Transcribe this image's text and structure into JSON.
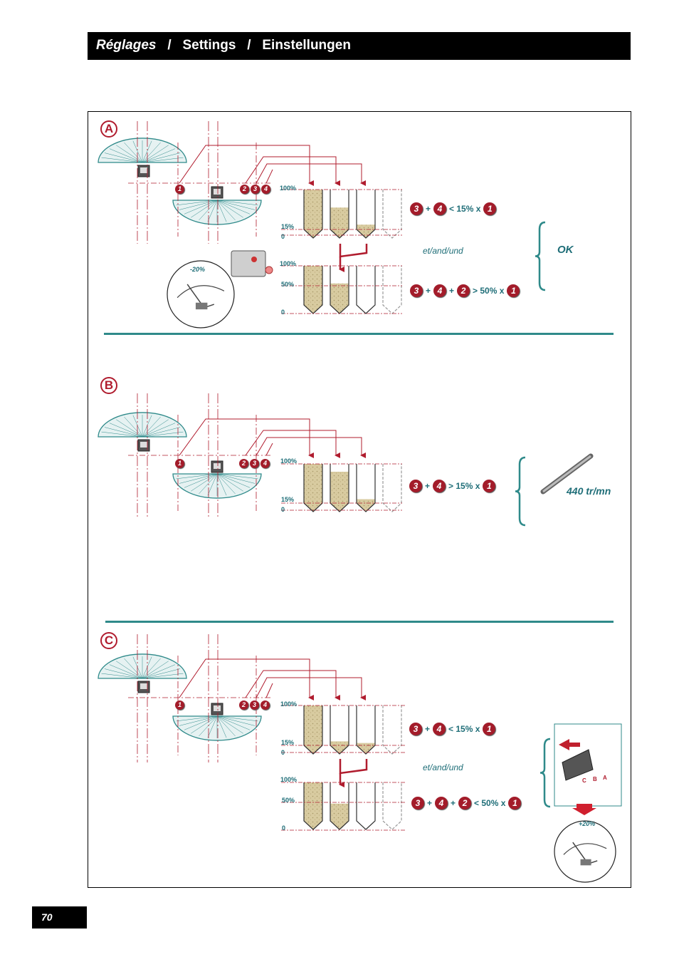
{
  "header": {
    "title_fr": "Réglages",
    "sep1": "/",
    "title_en": "Settings",
    "sep2": "/",
    "title_de": "Einstellungen"
  },
  "sections": {
    "a": {
      "letter": "A",
      "top_labels": [
        "100%",
        "15%",
        "0"
      ],
      "bottom_labels": [
        "100%",
        "50%",
        "0"
      ],
      "f1": {
        "b1": "3",
        "plus1": "+",
        "b2": "4",
        "cmp": "< 15% x",
        "b3": "1"
      },
      "conj": "et/and/und",
      "f2": {
        "b1": "3",
        "plus1": "+",
        "b2": "4",
        "plus2": "+",
        "b3": "2",
        "cmp": "> 50% x",
        "b4": "1"
      },
      "result": "OK",
      "inset_pct": "-20%"
    },
    "b": {
      "letter": "B",
      "top_labels": [
        "100%",
        "15%",
        "0"
      ],
      "f1": {
        "b1": "3",
        "plus1": "+",
        "b2": "4",
        "cmp": "> 15% x",
        "b3": "1"
      },
      "result": "440 tr/mn"
    },
    "c": {
      "letter": "C",
      "top_labels": [
        "100%",
        "15%",
        "0"
      ],
      "bottom_labels": [
        "100%",
        "50%",
        "0"
      ],
      "f1": {
        "b1": "3",
        "plus1": "+",
        "b2": "4",
        "cmp": "< 15% x",
        "b3": "1"
      },
      "conj": "et/and/und",
      "f2": {
        "b1": "3",
        "plus1": "+",
        "b2": "4",
        "plus2": "+",
        "b3": "2",
        "cmp": "< 50% x",
        "b4": "1"
      },
      "scale_letters": [
        "C",
        "B",
        "A"
      ],
      "inset_pct": "+20%"
    }
  },
  "spreader_badges": [
    "1",
    "2",
    "3",
    "4"
  ],
  "page_number": "70",
  "colors": {
    "accent_red": "#a31c2a",
    "teal": "#1f6e78",
    "sand": "#d8cba0"
  }
}
